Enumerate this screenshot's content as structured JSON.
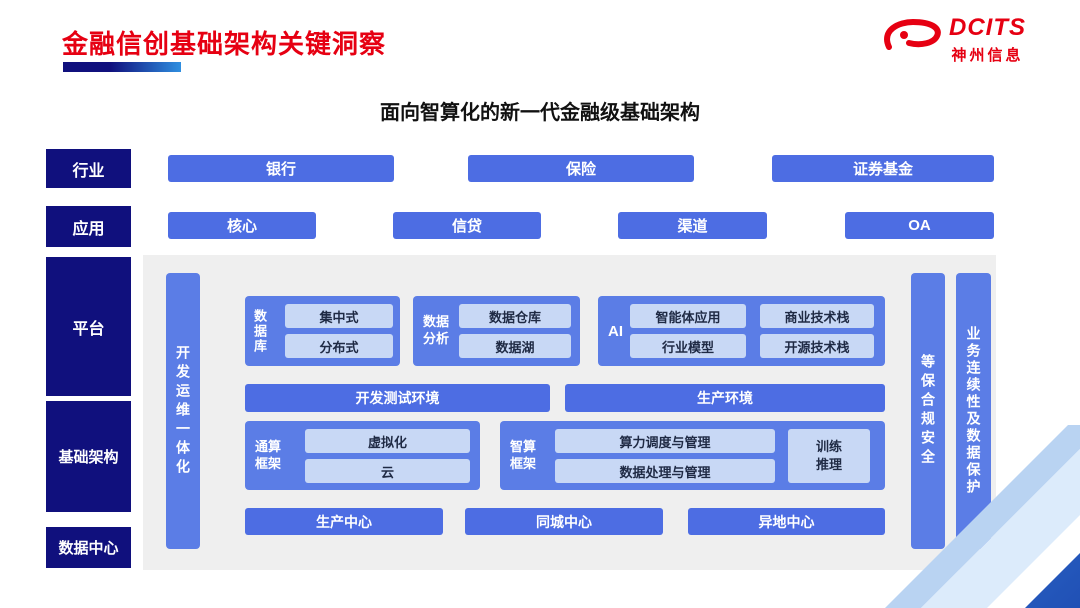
{
  "colors": {
    "accent_red": "#e60012",
    "navy": "#10107d",
    "primary_blue": "#4d6de3",
    "container_blue": "#5b7de6",
    "light_blue_box": "#c8d8f5",
    "panel_gray": "#efefef"
  },
  "header": {
    "title": "金融信创基础架构关键洞察",
    "logo_brand": "DCITS",
    "logo_subtitle": "神州信息"
  },
  "diagram": {
    "title": "面向智算化的新一代金融级基础架构",
    "row_labels": {
      "industry": "行业",
      "application": "应用",
      "platform": "平台",
      "infrastructure": "基础架构",
      "datacenter": "数据中心"
    },
    "industry_items": [
      "银行",
      "保险",
      "证券基金"
    ],
    "application_items": [
      "核心",
      "信贷",
      "渠道",
      "OA"
    ],
    "left_bar": "开发运维一体化",
    "right_bars": [
      "等保合规安全",
      "业务连续性及数据保护"
    ],
    "platform": {
      "database": {
        "label": "数据库",
        "items": [
          "集中式",
          "分布式"
        ]
      },
      "analytics": {
        "label": "数据分析",
        "items": [
          "数据仓库",
          "数据湖"
        ]
      },
      "ai": {
        "label": "AI",
        "items": [
          "智能体应用",
          "商业技术栈",
          "行业模型",
          "开源技术栈"
        ]
      }
    },
    "environments": [
      "开发测试环境",
      "生产环境"
    ],
    "infrastructure": {
      "general": {
        "label": "通算框架",
        "items": [
          "虚拟化",
          "云"
        ]
      },
      "intelligent": {
        "label": "智算框架",
        "items": [
          "算力调度与管理",
          "数据处理与管理"
        ],
        "side": "训练推理"
      }
    },
    "datacenter_items": [
      "生产中心",
      "同城中心",
      "异地中心"
    ]
  }
}
